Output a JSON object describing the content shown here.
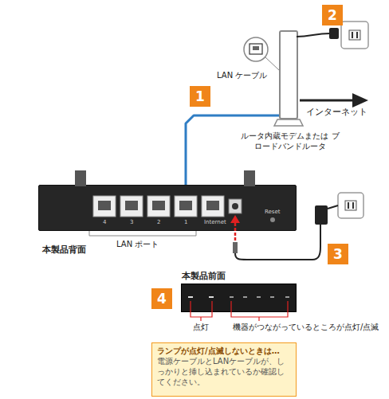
{
  "diagram": {
    "nodes": [
      {
        "text": [
          "ルータ内蔵モデムまたは ブロードバンドルータ"
        ]
      },
      {
        "text": [
          "本製品背面"
        ]
      },
      {
        "text": [
          "本製品前面"
        ]
      },
      {
        "text": [
          "ランプが点灯/点滅しないときは…",
          "電源ケーブルとLANケーブルが、しっかりと挿し込まれているか確認してください。"
        ]
      }
    ],
    "edges": [
      {
        "from": 1,
        "to": 0,
        "arrow": "none",
        "label": "LAN ケーブル"
      }
    ],
    "labels": [
      "2",
      "1",
      "インターネット",
      "4",
      "3",
      "2",
      "1",
      "Internet",
      "Reset",
      "LAN ポート",
      "3",
      "4",
      "点灯",
      "機器がつながっているところが点灯/点滅"
    ]
  }
}
